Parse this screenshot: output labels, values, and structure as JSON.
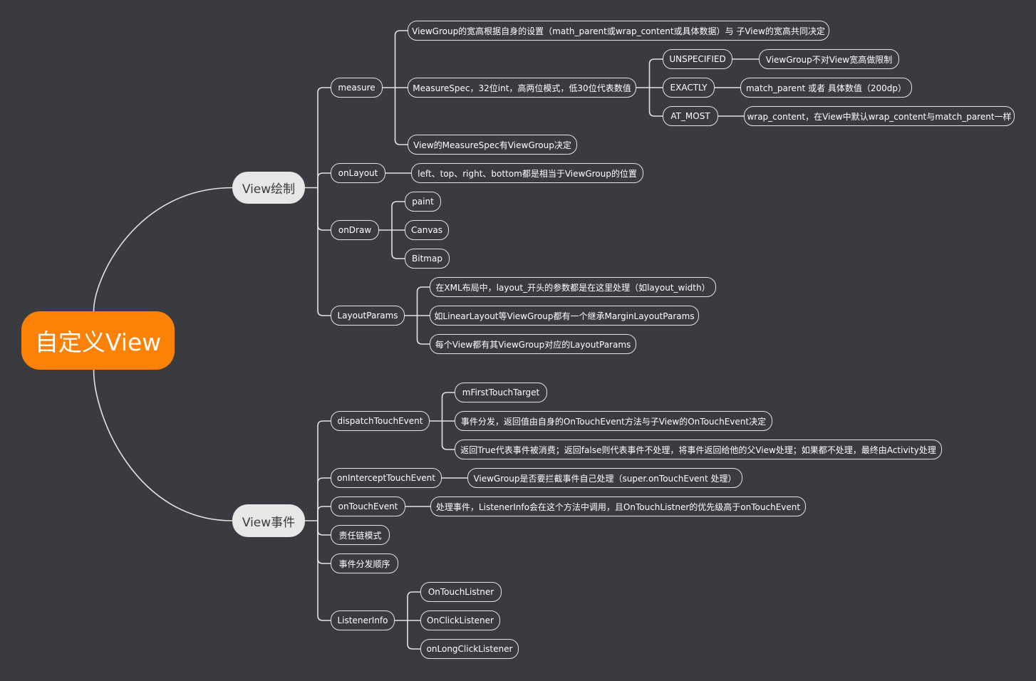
{
  "root": {
    "id": "root",
    "label": "自定义View"
  },
  "colors": {
    "background": "#393b40",
    "root_fill": "#fb8107",
    "main_fill": "#e7e7e7",
    "line": "#e3e3e3"
  },
  "branches": [
    {
      "id": "b1",
      "label": "View绘制",
      "children": [
        {
          "id": "measure",
          "label": "measure",
          "children": [
            {
              "id": "m1",
              "label": "ViewGroup的宽高根据自身的设置（math_parent或wrap_content或具体数据）与 子View的宽高共同决定"
            },
            {
              "id": "m2",
              "label": "MeasureSpec，32位int，高两位模式，低30位代表数值",
              "children": [
                {
                  "id": "ms1",
                  "label": "UNSPECIFIED",
                  "children": [
                    {
                      "id": "ms1a",
                      "label": "ViewGroup不对View宽高做限制"
                    }
                  ]
                },
                {
                  "id": "ms2",
                  "label": "EXACTLY",
                  "children": [
                    {
                      "id": "ms2a",
                      "label": "match_parent 或者 具体数值（200dp）"
                    }
                  ]
                },
                {
                  "id": "ms3",
                  "label": "AT_MOST",
                  "children": [
                    {
                      "id": "ms3a",
                      "label": "wrap_content，在View中默认wrap_content与match_parent一样"
                    }
                  ]
                }
              ]
            },
            {
              "id": "m3",
              "label": "View的MeasureSpec有ViewGroup决定"
            }
          ]
        },
        {
          "id": "onlayout",
          "label": "onLayout",
          "children": [
            {
              "id": "ol1",
              "label": "left、top、right、bottom都是相当于ViewGroup的位置"
            }
          ]
        },
        {
          "id": "ondraw",
          "label": "onDraw",
          "children": [
            {
              "id": "od1",
              "label": "paint"
            },
            {
              "id": "od2",
              "label": "Canvas"
            },
            {
              "id": "od3",
              "label": "Bitmap"
            }
          ]
        },
        {
          "id": "layoutparams",
          "label": "LayoutParams",
          "children": [
            {
              "id": "lp1",
              "label": "在XML布局中，layout_开头的参数都是在这里处理（如layout_width）"
            },
            {
              "id": "lp2",
              "label": "如LinearLayout等ViewGroup都有一个继承MarginLayoutParams"
            },
            {
              "id": "lp3",
              "label": "每个View都有其ViewGroup对应的LayoutParams"
            }
          ]
        }
      ]
    },
    {
      "id": "b2",
      "label": "View事件",
      "children": [
        {
          "id": "dispatch",
          "label": "dispatchTouchEvent",
          "children": [
            {
              "id": "d1",
              "label": "mFirstTouchTarget"
            },
            {
              "id": "d2",
              "label": "事件分发，返回值由自身的OnTouchEvent方法与子View的OnTouchEvent决定"
            },
            {
              "id": "d3",
              "label": "返回True代表事件被消费；返回false则代表事件不处理，将事件返回给他的父View处理；如果都不处理，最终由Activity处理"
            }
          ]
        },
        {
          "id": "intercept",
          "label": "onInterceptTouchEvent",
          "children": [
            {
              "id": "i1",
              "label": "ViewGroup是否要拦截事件自己处理（super.onTouchEvent 处理）"
            }
          ]
        },
        {
          "id": "ontouch",
          "label": "onTouchEvent",
          "children": [
            {
              "id": "t1",
              "label": "处理事件，ListenerInfo会在这个方法中调用，且OnTouchListner的优先级高于onTouchEvent"
            }
          ]
        },
        {
          "id": "chain",
          "label": "责任链模式"
        },
        {
          "id": "order",
          "label": "事件分发顺序"
        },
        {
          "id": "listener",
          "label": "ListenerInfo",
          "children": [
            {
              "id": "li1",
              "label": "OnTouchListner"
            },
            {
              "id": "li2",
              "label": "OnClickListener"
            },
            {
              "id": "li3",
              "label": "onLongClickListener"
            }
          ]
        }
      ]
    }
  ]
}
